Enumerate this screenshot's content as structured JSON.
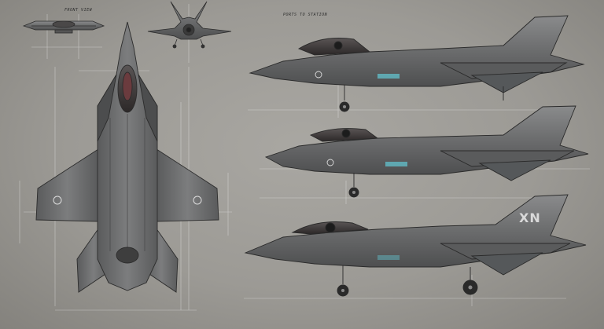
{
  "image": {
    "subject": "aircraft-blueprint",
    "palette": {
      "paper": "#a3a19c",
      "ink": "#2e2e2e",
      "fuselage": "#6c6d6e",
      "canopy": "#3a3636",
      "accent": "#5fa7b0"
    }
  },
  "annotations": {
    "front_view_label": "FRONT VIEW",
    "top_left_dimension": "",
    "top_view_note": "",
    "side_top_label": "PORTS TO STATION",
    "side_top_note_left": "",
    "side_top_note_right": "",
    "side_mid_note_left": "",
    "side_mid_note_right": "",
    "side_bot_note_left": "",
    "side_bot_note_right": "",
    "bottom_label": ""
  },
  "tail_marking": "XN"
}
